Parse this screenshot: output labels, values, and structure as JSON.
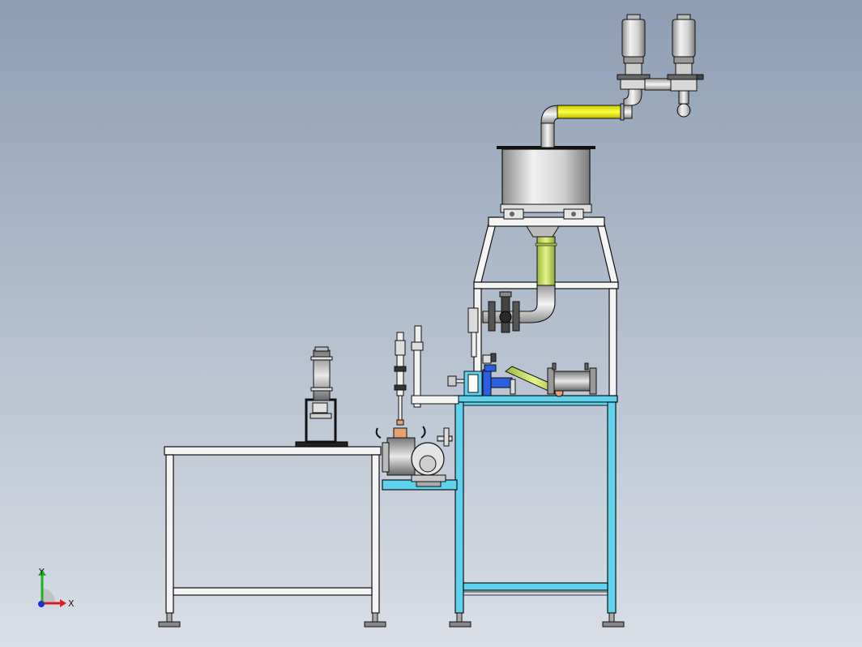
{
  "triad": {
    "x_label": "X",
    "y_label": "Y",
    "x_color": "#d42020",
    "y_color": "#20b020",
    "z_color": "#2030d0"
  },
  "colors": {
    "frame_cyan": "#5fd3ee",
    "frame_white": "#f4f4f4",
    "outline": "#111111",
    "pipe_yellow": "#f0f000",
    "pipe_green": "#c8e060",
    "metal": "#c8c8c8",
    "blue_part": "#2a60e0",
    "copper": "#e8a070"
  },
  "components": [
    "left-work-table",
    "press-unit",
    "right-stand-cyan",
    "hopper-frame",
    "hopper-tank",
    "feed-pipe",
    "valve-pair",
    "pump-motor",
    "cylinder-actuator",
    "control-rod"
  ]
}
